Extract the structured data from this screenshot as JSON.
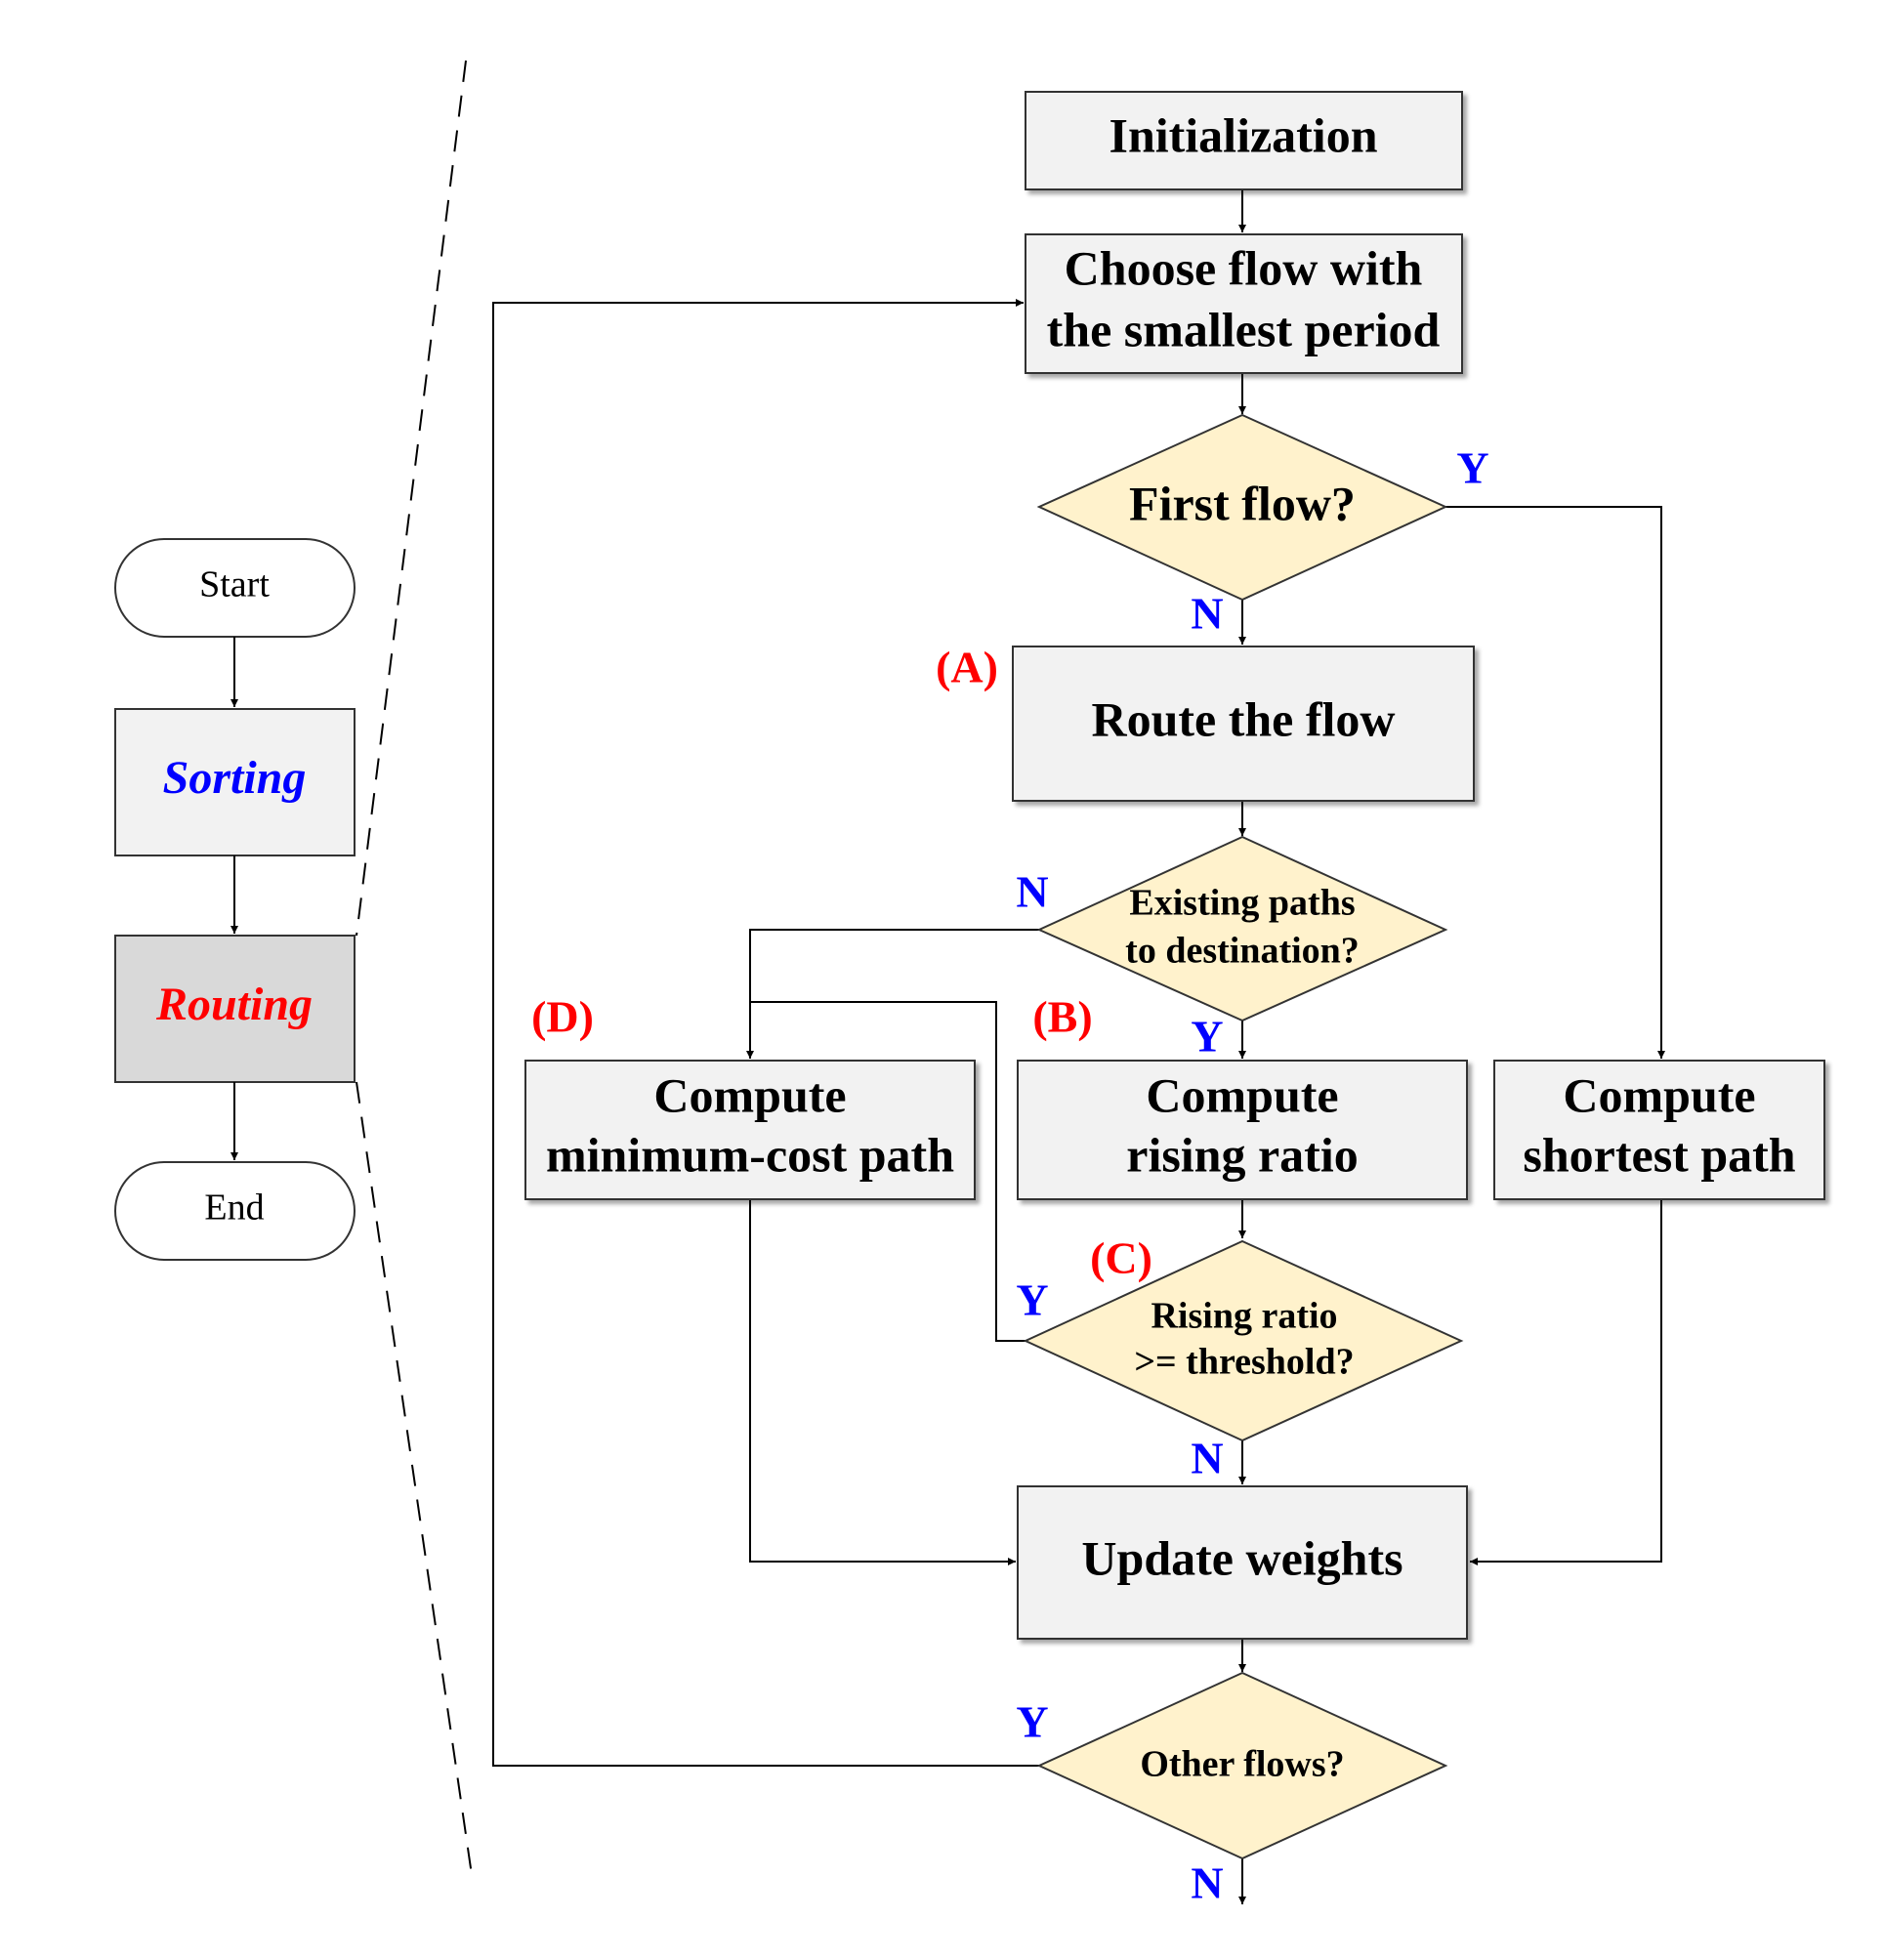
{
  "colors": {
    "box_fill": "#f2f2f2",
    "box_highlight_fill": "#d9d9d9",
    "decision_fill": "#fff2cc",
    "yes_no_label": "#0000ff",
    "marker_label": "#ff0000",
    "stage_sorting": "#0000ff",
    "stage_routing": "#ff0000"
  },
  "overview": {
    "start": "Start",
    "sorting": "Sorting",
    "routing": "Routing",
    "end": "End"
  },
  "nodes": {
    "initialization": "Initialization",
    "choose_flow": [
      "Choose flow with",
      "the smallest period"
    ],
    "first_flow": "First flow?",
    "route_flow": "Route the flow",
    "existing_paths": [
      "Existing paths",
      "to destination?"
    ],
    "min_cost": [
      "Compute",
      "minimum-cost path"
    ],
    "rising_ratio": [
      "Compute",
      "rising ratio"
    ],
    "shortest_path": [
      "Compute",
      "shortest path"
    ],
    "ratio_threshold": [
      "Rising ratio",
      ">= threshold?"
    ],
    "update_weights": "Update weights",
    "other_flows": "Other flows?"
  },
  "markers": {
    "a": "(A)",
    "b": "(B)",
    "c": "(C)",
    "d": "(D)"
  },
  "branch_labels": {
    "first_flow_yes": "Y",
    "first_flow_no": "N",
    "existing_no": "N",
    "existing_yes": "Y",
    "threshold_yes": "Y",
    "threshold_no": "N",
    "other_yes": "Y",
    "other_no": "N"
  }
}
